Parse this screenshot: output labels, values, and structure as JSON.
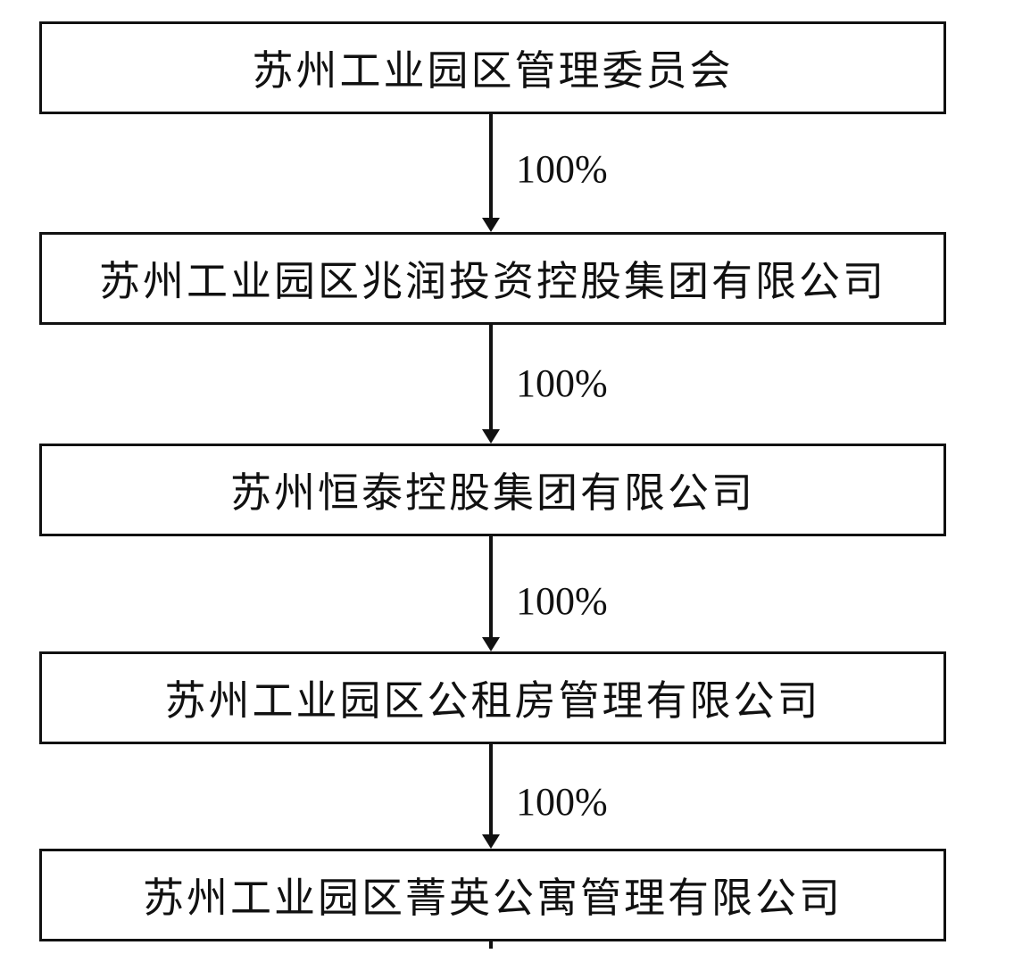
{
  "entities": [
    {
      "name": "苏州工业园区管理委员会"
    },
    {
      "name": "苏州工业园区兆润投资控股集团有限公司"
    },
    {
      "name": "苏州恒泰控股集团有限公司"
    },
    {
      "name": "苏州工业园区公租房管理有限公司"
    },
    {
      "name": "苏州工业园区菁英公寓管理有限公司"
    }
  ],
  "links": [
    {
      "from": 0,
      "to": 1,
      "share": "100%"
    },
    {
      "from": 1,
      "to": 2,
      "share": "100%"
    },
    {
      "from": 2,
      "to": 3,
      "share": "100%"
    },
    {
      "from": 3,
      "to": 4,
      "share": "100%"
    }
  ],
  "colors": {
    "line": "#111111",
    "background": "#ffffff"
  }
}
